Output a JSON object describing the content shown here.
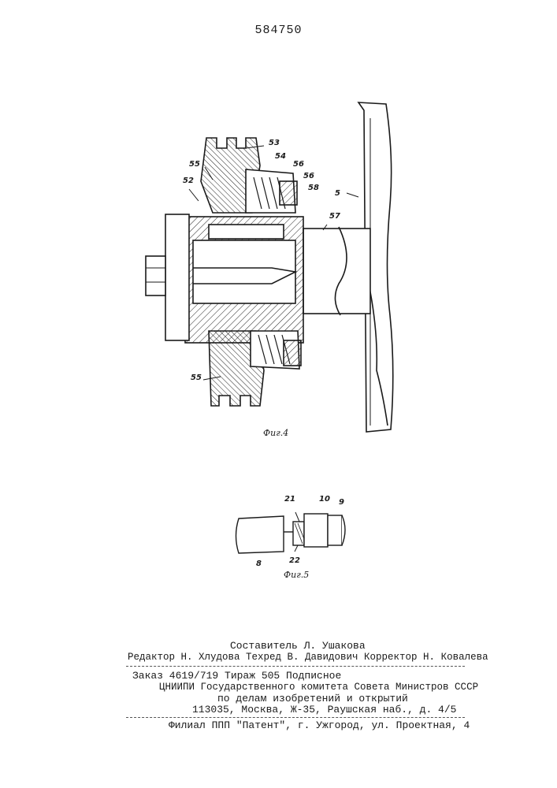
{
  "header": {
    "patent_number": "584750"
  },
  "figure4": {
    "caption": "Фиг.4",
    "labels": {
      "l53": "53",
      "l54": "54",
      "l55a": "55",
      "l56a": "56",
      "l56b": "56",
      "l52": "52",
      "l58": "58",
      "l5": "5",
      "l57": "57",
      "l55b": "55"
    }
  },
  "figure5": {
    "caption": "Фиг.5",
    "labels": {
      "l21": "21",
      "l10": "10",
      "l9": "9",
      "l8": "8",
      "l22": "22"
    }
  },
  "footer": {
    "compiler": "Составитель Л. Ушакова",
    "editors_line": "Редактор Н. Хлудова Техред В. Давидович Корректор Н. Ковалева",
    "order_line": "Заказ  4619/719  Тираж 505        Подписное",
    "institute_line": "ЦНИИПИ Государственного комитета Совета Министров СССР",
    "affairs_line": "по делам изобретений и открытий",
    "address_line": "113035, Москва, Ж-35, Раушская наб., д. 4/5",
    "branch_line": "Филиал ППП \"Патент\", г. Ужгород, ул. Проектная, 4"
  }
}
